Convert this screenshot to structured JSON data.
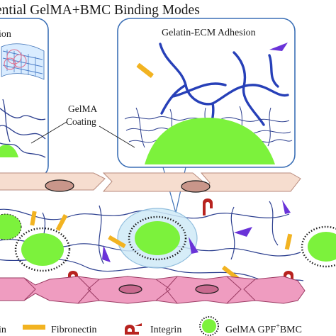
{
  "title": "ential GelMA+BMC Binding Modes",
  "left_panel": {
    "label": "ion"
  },
  "right_panel": {
    "label": "Gelatin-ECM Adhesion"
  },
  "callout": {
    "line1": "GelMA",
    "line2": "Coating"
  },
  "legend": {
    "item1": "in",
    "item2": "Fibronectin",
    "item3": "Integrin",
    "item4": "GelMA GPF",
    "item4_sup": "+",
    "item4_suffix": "BMC"
  },
  "colors": {
    "gelma": "#7cf23c",
    "fiber": "#2c3f8f",
    "fibronectin": "#f2b321",
    "integrin": "#b8231f",
    "collagen_fragment": "#6a33d8",
    "tan_cell": "#f6ddcf",
    "pink_cell": "#ef9cc0",
    "panel_border": "#3b6fb5"
  },
  "icons": {
    "fibronectin": "fibronectin-bar-icon",
    "integrin": "integrin-receptor-icon",
    "bmc": "gelma-bmc-particle-icon"
  }
}
